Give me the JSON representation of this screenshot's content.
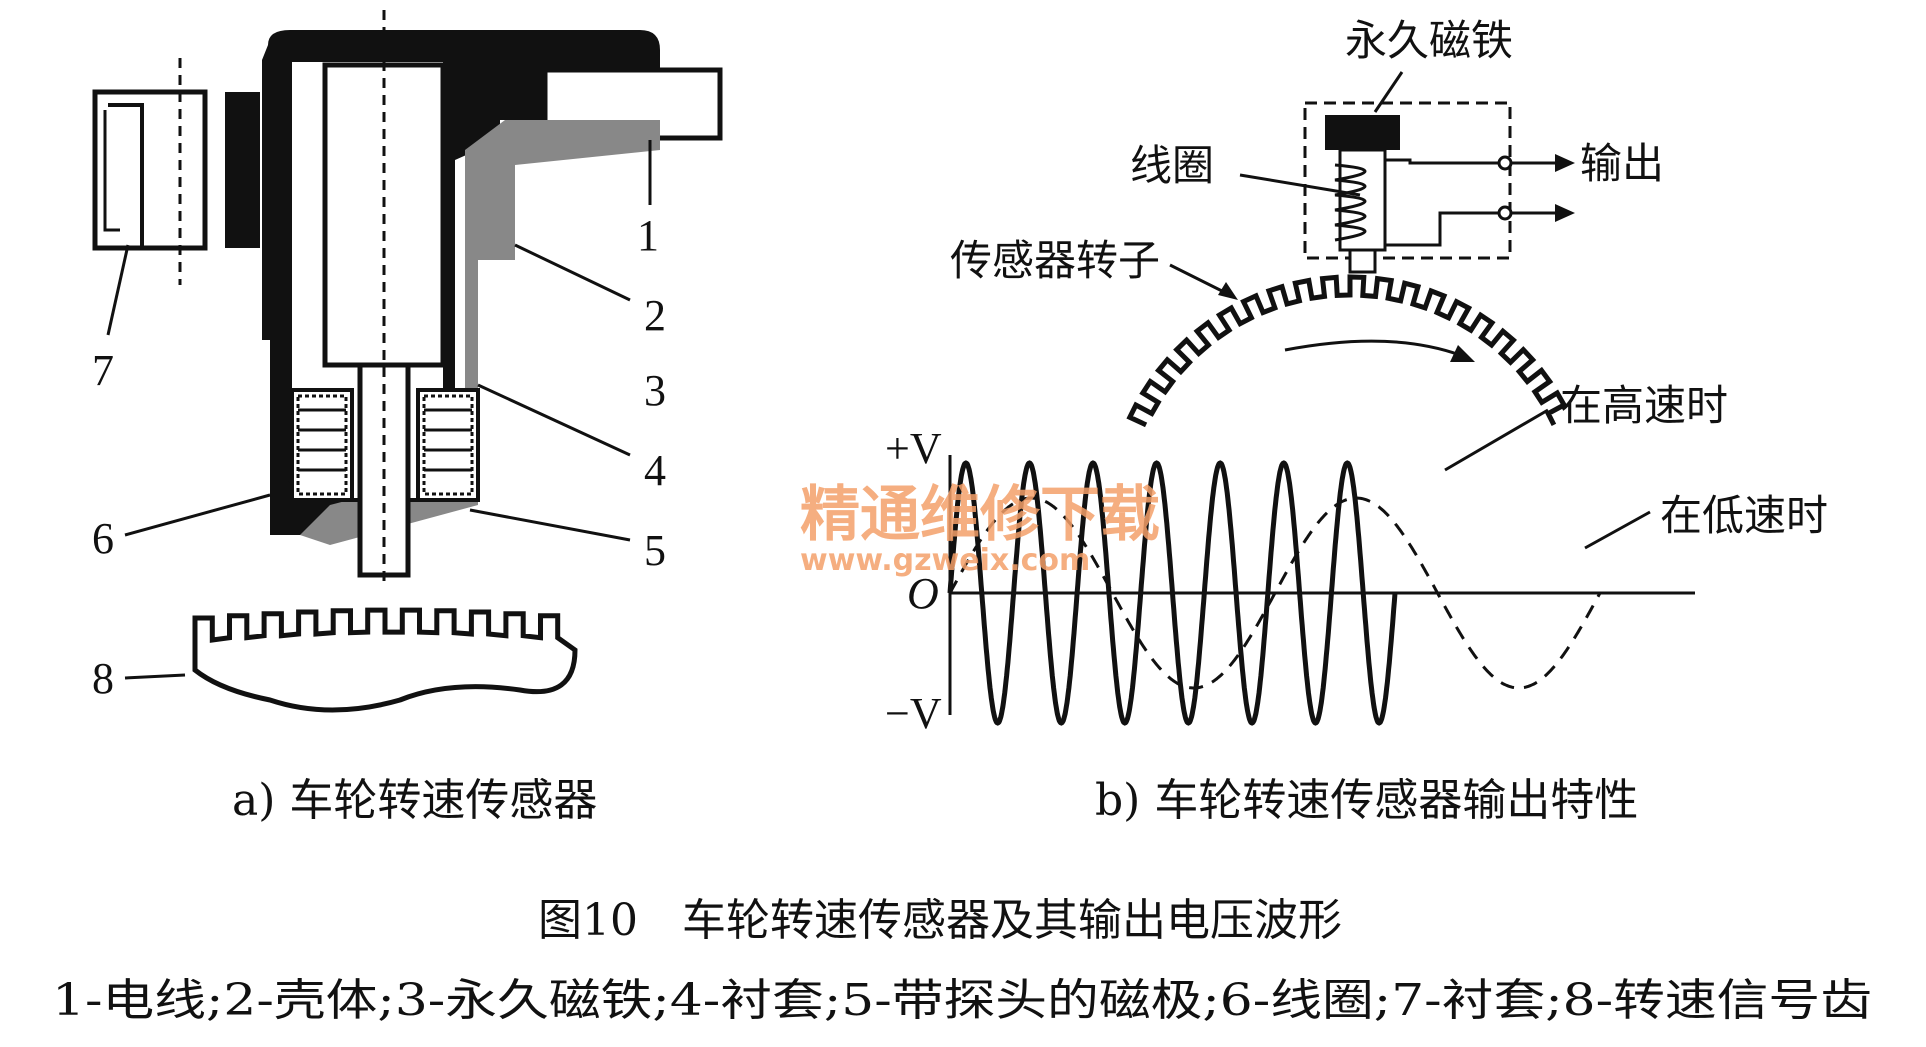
{
  "sensor_callouts": [
    "1",
    "2",
    "3",
    "4",
    "5",
    "6",
    "7",
    "8"
  ],
  "output_labels": {
    "permanent_magnet": "永久磁铁",
    "coil": "线圈",
    "output": "输出",
    "rotor": "传感器转子",
    "high_speed": "在高速时",
    "low_speed": "在低速时",
    "axis_pos": "+V",
    "axis_origin": "O",
    "axis_neg": "−V"
  },
  "captions": {
    "panel_a": "a) 车轮转速传感器",
    "panel_b": "b) 车轮转速传感器输出特性",
    "figure_title": "图10　车轮转速传感器及其输出电压波形",
    "legend": "1-电线;2-壳体;3-永久磁铁;4-衬套;5-带探头的磁极;6-线圈;7-衬套;8-转速信号齿"
  },
  "watermark": {
    "text": "精通维修下载",
    "url": "www.gzweix.com",
    "color": "#f4a06a"
  },
  "waveform": {
    "high_speed_cycles": 7,
    "low_speed_cycles": 2,
    "line_color": "#111111"
  }
}
